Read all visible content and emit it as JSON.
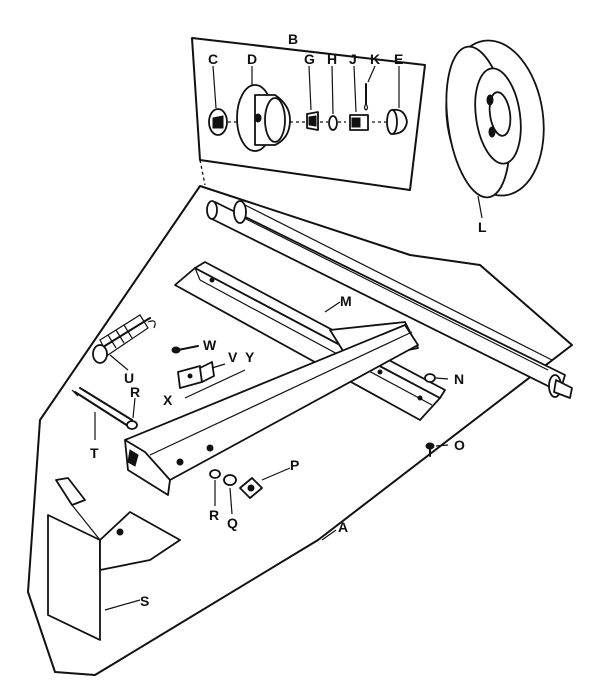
{
  "labels": {
    "A": "A",
    "B": "B",
    "C": "C",
    "D": "D",
    "E": "E",
    "G": "G",
    "H": "H",
    "J": "J",
    "K": "K",
    "L": "L",
    "M": "M",
    "N": "N",
    "O": "O",
    "P": "P",
    "Q": "Q",
    "R_upper": "R",
    "R_lower": "R",
    "S": "S",
    "T": "T",
    "U": "U",
    "V": "V",
    "W": "W",
    "X": "X",
    "Y": "Y"
  },
  "colors": {
    "ink": "#111111",
    "paper": "#ffffff"
  }
}
